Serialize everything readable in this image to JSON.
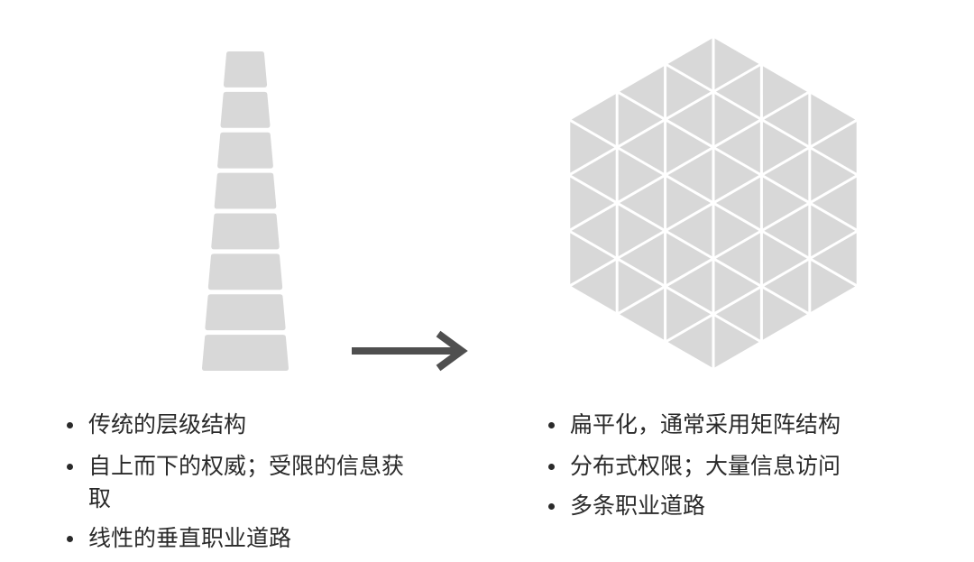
{
  "left_panel": {
    "shape": "stacked-tower",
    "block_count": 8,
    "bullets": [
      "传统的层级结构",
      "自上而下的权威；受限的信息获取",
      "线性的垂直职业道路"
    ]
  },
  "transition": {
    "icon": "arrow-right-icon"
  },
  "right_panel": {
    "shape": "triangle-hexagon-grid",
    "bullets": [
      "扁平化，通常采用矩阵结构",
      "分布式权限；大量信息访问",
      "多条职业道路"
    ]
  },
  "colors": {
    "shape_fill": "#d8d8d8",
    "arrow": "#4f4f4f",
    "text": "#2a2a2a",
    "background": "#ffffff"
  }
}
